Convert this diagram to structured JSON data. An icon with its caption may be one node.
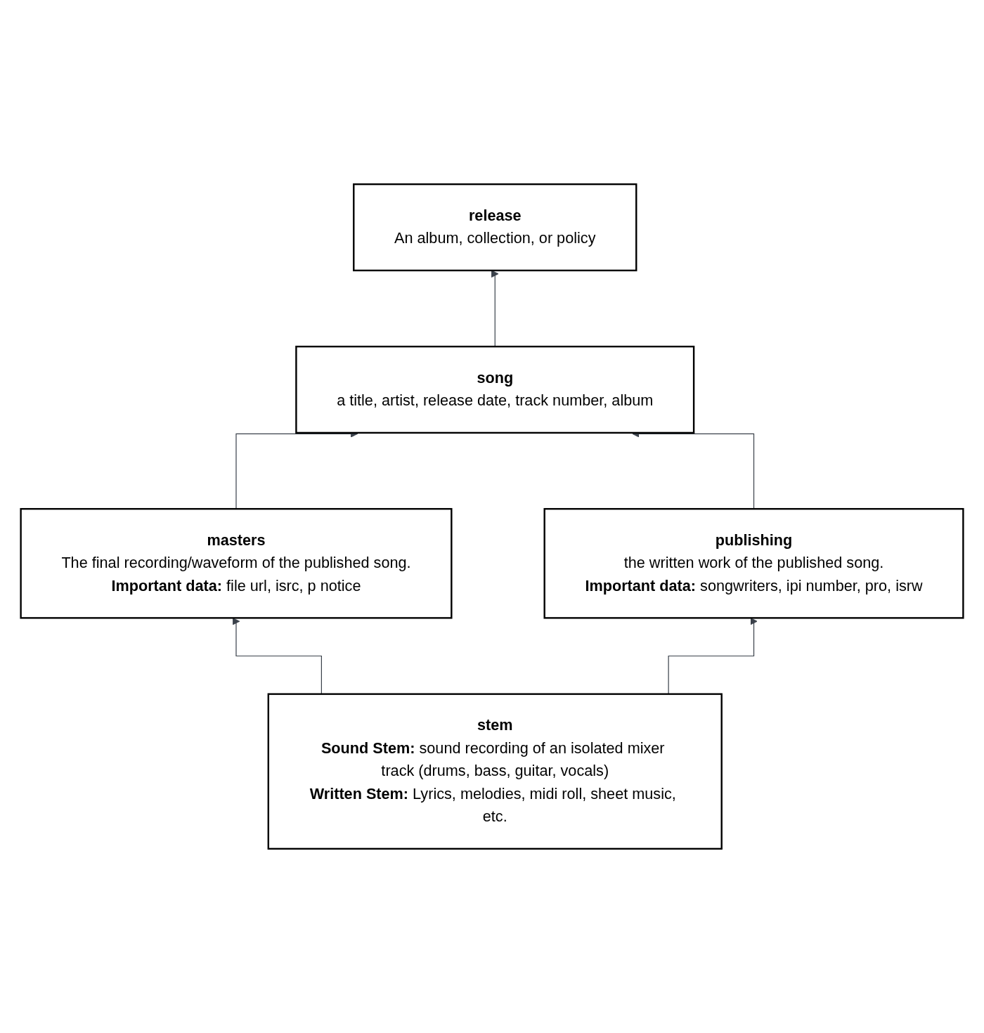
{
  "diagram": {
    "nodes": [
      {
        "text": [
          "release",
          "An album, collection, or policy"
        ]
      },
      {
        "text": [
          "song",
          "a title, artist, release date, track number, album"
        ]
      },
      {
        "text": [
          "masters",
          "The final recording/waveform of the published song.",
          "**Important data:** file url, isrc, p notice"
        ]
      },
      {
        "text": [
          "publishing",
          "the written work of the published song.",
          "**Important data:** songwriters, ipi number, pro, isrw"
        ]
      },
      {
        "text": [
          "stem",
          "**Sound Stem:** sound recording of an isolated mixer track (drums, bass, guitar, vocals)",
          "**Written Stem:** Lyrics, melodies, midi roll, sheet music, etc."
        ]
      }
    ],
    "edges": [
      {
        "from": 1,
        "to": 0,
        "arrow": "to"
      },
      {
        "from": 2,
        "to": 1,
        "arrow": "to"
      },
      {
        "from": 3,
        "to": 1,
        "arrow": "to"
      },
      {
        "from": 4,
        "to": 2,
        "arrow": "to"
      },
      {
        "from": 4,
        "to": 3,
        "arrow": "to"
      }
    ]
  }
}
